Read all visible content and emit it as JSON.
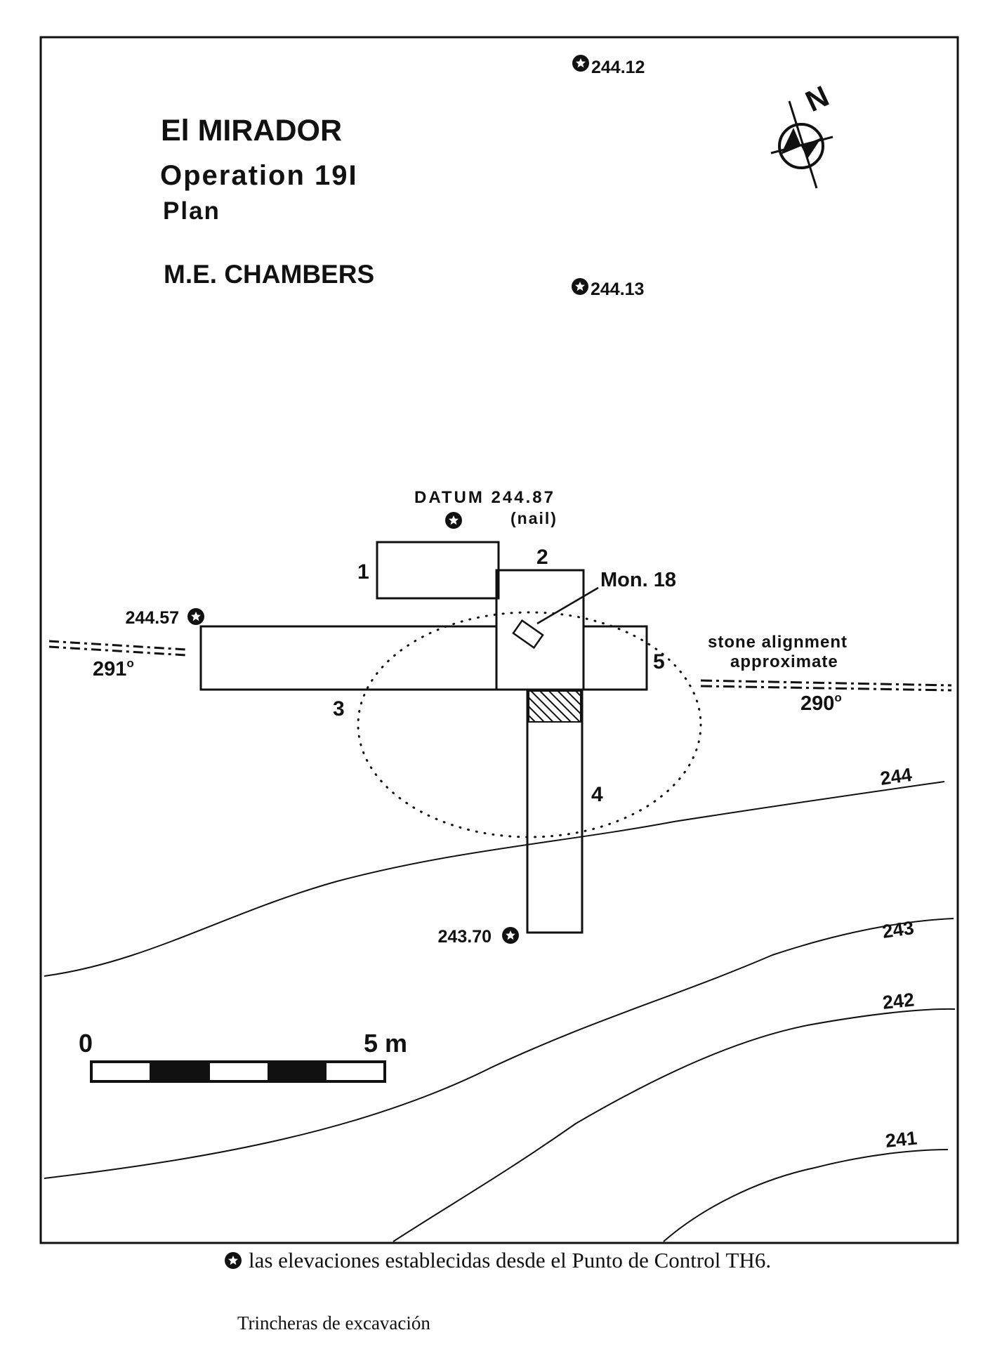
{
  "title": {
    "site": "El MIRADOR",
    "operation": "Operation 19I",
    "subtitle": "Plan",
    "author": "M.E. CHAMBERS"
  },
  "north_label": "N",
  "datum": {
    "label": "DATUM 244.87",
    "note": "(nail)"
  },
  "elevation_points": [
    "244.12",
    "244.13",
    "244.57",
    "243.70"
  ],
  "trenches": [
    "1",
    "2",
    "3",
    "4",
    "5"
  ],
  "monument": "Mon. 18",
  "stone_alignment": {
    "line1": "stone alignment",
    "line2": "approximate",
    "bearing_east": "290",
    "bearing_west": "291"
  },
  "degree_mark": "o",
  "contours": [
    "244",
    "243",
    "242",
    "241"
  ],
  "scale": {
    "zero": "0",
    "end": "5 m"
  },
  "legend": {
    "elevation_text": "las elevaciones establecidas desde el Punto de Control TH6.",
    "trench_text": "Trincheras de excavación"
  }
}
